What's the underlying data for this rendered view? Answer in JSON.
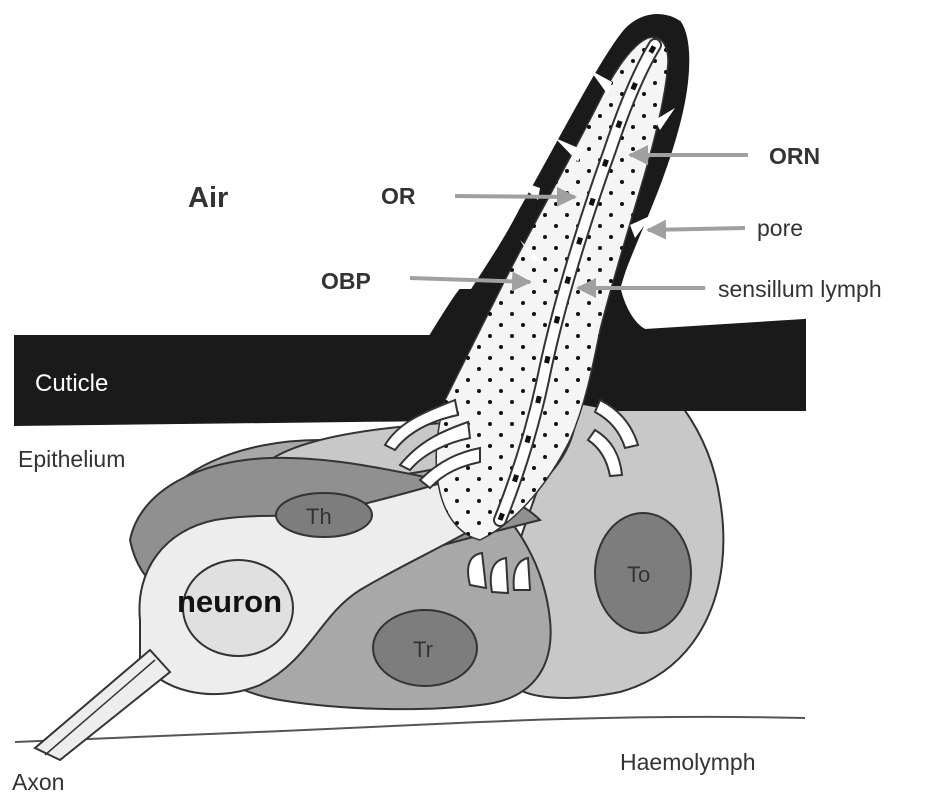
{
  "labels": {
    "air": "Air",
    "or": "OR",
    "obp": "OBP",
    "orn": "ORN",
    "pore": "pore",
    "lymph": "sensillum lymph",
    "cuticle": "Cuticle",
    "epithelium": "Epithelium",
    "th": "Th",
    "to": "To",
    "tr": "Tr",
    "neuron": "neuron",
    "haemolymph": "Haemolymph",
    "axon": "Axon"
  },
  "colors": {
    "cuticle": "#1a1a1a",
    "lymph": "#f5f5f5",
    "tormogen": "#c8c8c8",
    "trichogen": "#a8a8a8",
    "thecogen": "#909090",
    "nucleus": "#7d7d7d",
    "arrow": "#a0a0a0"
  }
}
